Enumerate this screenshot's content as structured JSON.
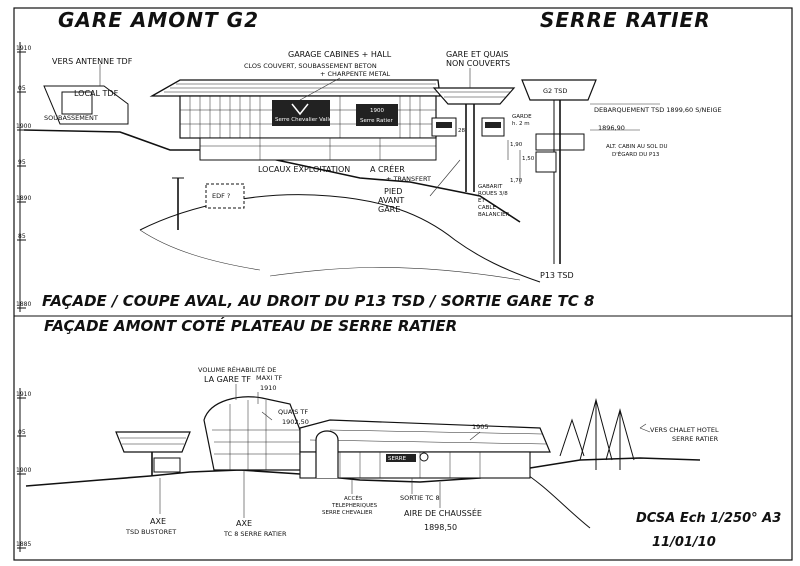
{
  "title_left": "GARE AMONT G2",
  "title_right": "SERRE RATIER",
  "top": {
    "section_title": "FAÇADE / COUPE AVAL, AU DROIT DU P13 TSD / SORTIE GARE TC 8",
    "labels": {
      "vers_antenne": "VERS ANTENNE TDF",
      "local_tdf": "LOCAL TDF",
      "soubassement": "SOUBASSEMENT",
      "garage_1": "GARAGE CABINES + HALL",
      "garage_2": "CLOS COUVERT, SOUBASSEMENT BETON",
      "garage_3": "+ CHARPENTE METAL",
      "gare_quais_1": "GARE ET QUAIS",
      "gare_quais_2": "NON COUVERTS",
      "g2_tsd": "G2 TSD",
      "debarquement": "DEBARQUEMENT TSD 1899,60 S/NEIGE",
      "elev_1896": "1896,90",
      "alt_cabin_1": "ALT. CABIN AU SOL DU",
      "alt_cabin_2": "D'ÉGARD DU P13",
      "garde": "GARDE",
      "garde_val": "h. 2 m",
      "dim_190": "1,90",
      "dim_150": "1,50",
      "dim_170": "1,70",
      "locaux_1": "LOCAUX EXPLOITATION",
      "locaux_2": "A CRÉER",
      "transfert": "+ TRANSFERT",
      "pied_1": "PIED",
      "pied_2": "AVANT",
      "pied_3": "GARE",
      "edf": "EDF ?",
      "gabarit_1": "GABARIT",
      "gabarit_2": "ROUES 3/8",
      "gabarit_3": "ET",
      "gabarit_4": "CABLE",
      "gabarit_5": "BALANCIER",
      "p13": "P13 TSD",
      "sign_1": "Serre Chevalier Vallée",
      "sign_2": "1900",
      "sign_3": "Serre Ratier",
      "cabin_num": "28"
    }
  },
  "bottom": {
    "section_title": "FAÇADE AMONT COTÉ PLATEAU DE SERRE RATIER",
    "labels": {
      "volume_1": "VOLUME RÉHABILITÉ DE",
      "volume_2": "LA GARE TF",
      "maxi_1": "MAXI TF",
      "maxi_2": "1910",
      "quais_1": "QUAIS TF",
      "quais_2": "1902,50",
      "elev_1905": "1905",
      "vers_chalet_1": "VERS CHALET HOTEL",
      "vers_chalet_2": "SERRE RATIER",
      "acces_1": "ACCÈS",
      "acces_2": "TELEPHERIQUES",
      "acces_3": "SERRE CHEVALIER",
      "sortie": "SORTIE TC 8",
      "aire_1": "AIRE DE CHAUSSÉE",
      "aire_2": "1898,50",
      "axe1_1": "AXE",
      "axe1_2": "TSD BUSTORET",
      "axe2_1": "AXE",
      "axe2_2": "TC 8 SERRE RATIER",
      "sign_small": "SERRE"
    }
  },
  "signature": {
    "line1": "DCSA Ech 1/250° A3",
    "line2": "11/01/10"
  },
  "scale_top": [
    "1910",
    "05",
    "1900",
    "95",
    "1890",
    "85",
    "1880"
  ],
  "scale_bottom": [
    "1910",
    "05",
    "1900",
    "1885"
  ]
}
